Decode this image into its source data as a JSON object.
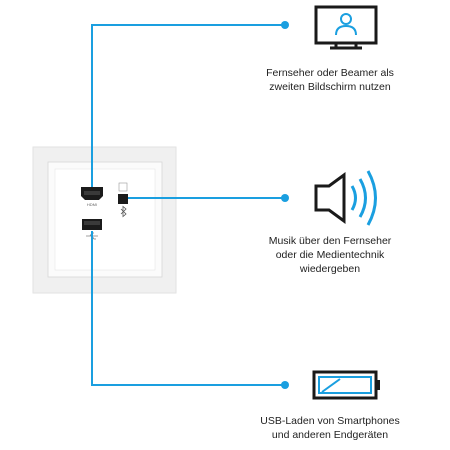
{
  "port_labels": {
    "hdmi": "HDMI"
  },
  "colors": {
    "connector_line": "#1a9fe0",
    "icon_stroke": "#1a1a1a",
    "icon_accent": "#1a9fe0",
    "caption_text": "#222222"
  },
  "features": [
    {
      "icon": "monitor-with-person-icon",
      "caption_lines": [
        "Fernseher oder Beamer als",
        "zweiten Bildschirm nutzen"
      ]
    },
    {
      "icon": "speaker-icon",
      "caption_lines": [
        "Musik über den Fernseher",
        "oder die Medientechnik",
        "wiedergeben"
      ]
    },
    {
      "icon": "usb-charging-battery-icon",
      "caption_lines": [
        "USB-Laden von Smartphones",
        "und anderen Endgeräten"
      ]
    }
  ]
}
